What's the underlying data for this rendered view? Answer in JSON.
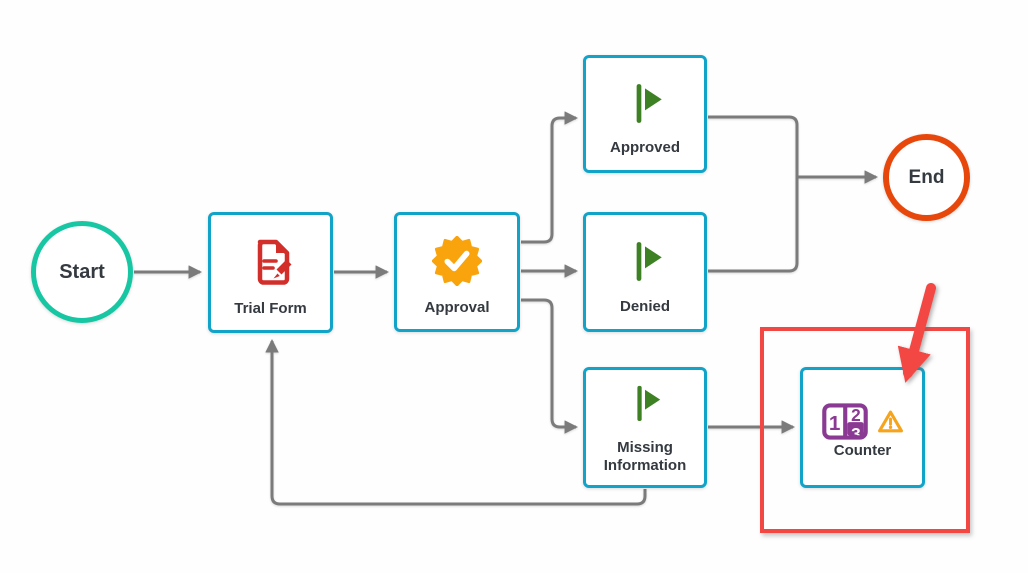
{
  "diagram": {
    "type": "workflow-flowchart",
    "nodes": {
      "start": {
        "label": "Start",
        "shape": "circle",
        "border_color": "#17c6a3"
      },
      "trial_form": {
        "label": "Trial Form",
        "icon": "form-edit-icon",
        "icon_color": "#d22f2a"
      },
      "approval": {
        "label": "Approval",
        "icon": "approval-badge-icon",
        "icon_color": "#f9a30d"
      },
      "approved": {
        "label": "Approved",
        "icon": "flag-icon",
        "icon_color": "#3e8124"
      },
      "denied": {
        "label": "Denied",
        "icon": "flag-icon",
        "icon_color": "#3e8124"
      },
      "missing_information": {
        "label": "Missing Information",
        "icon": "flag-icon",
        "icon_color": "#3e8124"
      },
      "counter": {
        "label": "Counter",
        "icon": "counter-icon",
        "icon_color": "#8a3a92",
        "has_warning_badge": true,
        "warning_icon": "warning-triangle-icon"
      },
      "end": {
        "label": "End",
        "shape": "circle",
        "border_color": "#e8470c"
      }
    },
    "edges": [
      {
        "from": "start",
        "to": "trial_form"
      },
      {
        "from": "trial_form",
        "to": "approval"
      },
      {
        "from": "approval",
        "to": "approved"
      },
      {
        "from": "approval",
        "to": "denied"
      },
      {
        "from": "approval",
        "to": "missing_information"
      },
      {
        "from": "approved",
        "to": "end"
      },
      {
        "from": "denied",
        "to": "end"
      },
      {
        "from": "missing_information",
        "to": "counter"
      },
      {
        "from": "missing_information",
        "to": "trial_form"
      }
    ],
    "colors": {
      "node_border": "#12a3c9",
      "connector": "#7b7b7b",
      "label_text": "#343a40",
      "annotation_red": "#f34744",
      "warning_orange": "#f6a41c",
      "flag_green": "#3e8124",
      "badge_orange": "#f9a30d",
      "doc_red": "#d22f2a",
      "counter_purple": "#8a3a92"
    },
    "annotation": {
      "highlighted_node": "Counter",
      "style": "red outline box with red arrow pointing at node"
    }
  }
}
